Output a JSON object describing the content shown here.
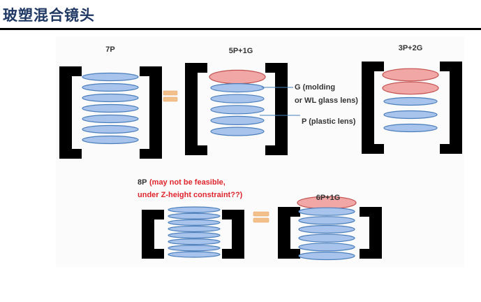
{
  "header": {
    "title": "玻塑混合镜头"
  },
  "figure": {
    "configs": [
      {
        "label": "7P",
        "glass": 0,
        "plastic": 7
      },
      {
        "label": "5P+1G",
        "glass": 1,
        "plastic": 5
      },
      {
        "label": "3P+2G",
        "glass": 2,
        "plastic": 3
      },
      {
        "label": "8P",
        "glass": 0,
        "plastic": 8
      },
      {
        "label": "6P+1G",
        "glass": 1,
        "plastic": 6
      }
    ],
    "note_8p_line1": "(may not be feasible,",
    "note_8p_line2": "under Z-height constraint??)",
    "annotation_g_line1": "G (molding",
    "annotation_g_line2": "or WL glass lens)",
    "annotation_p": "P (plastic lens)",
    "colors": {
      "glass": "#f2a7a7",
      "plastic": "#a9c4ec",
      "outline": "#4a7ebb",
      "equals": "#f4c08a",
      "bracket": "#000000"
    }
  }
}
